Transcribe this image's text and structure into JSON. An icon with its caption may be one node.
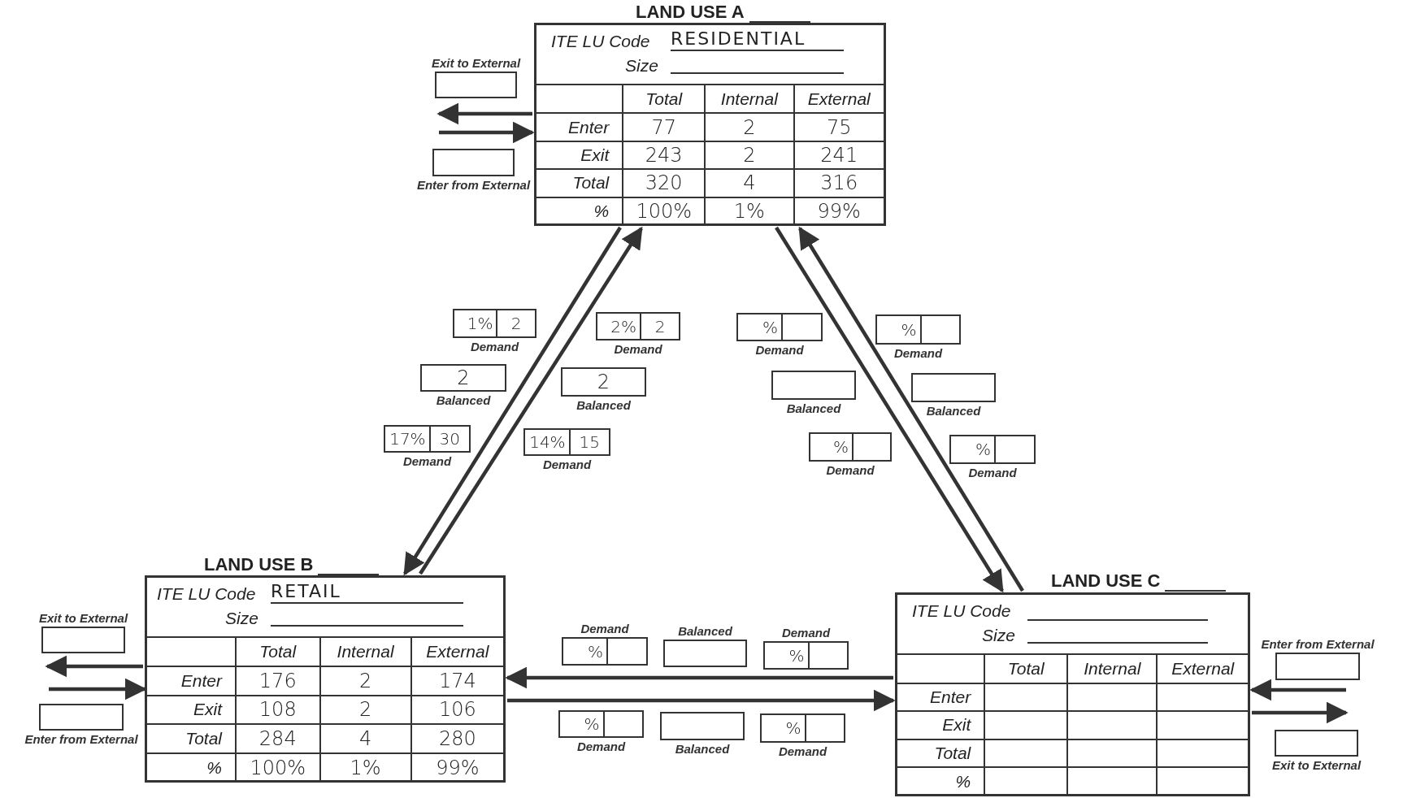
{
  "diagram": {
    "nodes": [
      {
        "text": [
          "LAND USE A",
          "ITE LU Code",
          "RESIDENTIAL",
          "Size",
          "Total",
          "Internal",
          "External",
          "Enter",
          "77",
          "2",
          "75",
          "Exit",
          "243",
          "2",
          "241",
          "Total",
          "320",
          "4",
          "316",
          "%",
          "100%",
          "1%",
          "99%"
        ]
      },
      {
        "text": [],
        "shape": "box",
        "beside": [
          "Exit to External"
        ]
      },
      {
        "text": [],
        "shape": "box",
        "beside": [
          "Enter from External"
        ]
      },
      {
        "text": [
          "LAND USE B",
          "ITE LU Code",
          "RETAIL",
          "Size",
          "Total",
          "Internal",
          "External",
          "Enter",
          "176",
          "2",
          "174",
          "Exit",
          "108",
          "2",
          "106",
          "Total",
          "284",
          "4",
          "280",
          "%",
          "100%",
          "1%",
          "99%"
        ]
      },
      {
        "text": [],
        "shape": "box",
        "beside": [
          "Exit to External"
        ]
      },
      {
        "text": [],
        "shape": "box",
        "beside": [
          "Enter from External"
        ]
      },
      {
        "text": [
          "LAND USE C",
          "ITE LU Code",
          "Size",
          "Total",
          "Internal",
          "External",
          "Enter",
          "Exit",
          "Total",
          "%"
        ]
      },
      {
        "text": [],
        "shape": "box",
        "beside": [
          "Enter from External"
        ]
      },
      {
        "text": [],
        "shape": "box",
        "beside": [
          "Exit to External"
        ]
      },
      {
        "text": [
          "1%",
          "2"
        ],
        "beside": [
          "Demand"
        ]
      },
      {
        "text": [
          "2%",
          "2"
        ],
        "beside": [
          "Demand"
        ]
      },
      {
        "text": [
          "2"
        ],
        "beside": [
          "Balanced"
        ]
      },
      {
        "text": [
          "2"
        ],
        "beside": [
          "Balanced"
        ]
      },
      {
        "text": [
          "17%",
          "30"
        ],
        "beside": [
          "Demand"
        ]
      },
      {
        "text": [
          "14%",
          "15"
        ],
        "beside": [
          "Demand"
        ]
      },
      {
        "text": [
          "%"
        ],
        "beside": [
          "Demand"
        ]
      },
      {
        "text": [
          "%"
        ],
        "beside": [
          "Demand"
        ]
      },
      {
        "text": [],
        "shape": "box",
        "beside": [
          "Balanced"
        ]
      },
      {
        "text": [],
        "shape": "box",
        "beside": [
          "Balanced"
        ]
      },
      {
        "text": [
          "%"
        ],
        "beside": [
          "Demand"
        ]
      },
      {
        "text": [
          "%"
        ],
        "beside": [
          "Demand"
        ]
      },
      {
        "text": [
          "%"
        ],
        "beside": [
          "Demand"
        ]
      },
      {
        "text": [],
        "shape": "box",
        "beside": [
          "Balanced"
        ]
      },
      {
        "text": [
          "%"
        ],
        "beside": [
          "Demand"
        ]
      },
      {
        "text": [
          "%"
        ],
        "beside": [
          "Demand"
        ]
      },
      {
        "text": [],
        "shape": "box",
        "beside": [
          "Balanced"
        ]
      },
      {
        "text": [
          "%"
        ],
        "beside": [
          "Demand"
        ]
      }
    ],
    "edges": [
      {
        "from": 0,
        "to": 3,
        "arrow": "to"
      },
      {
        "from": 3,
        "to": 0,
        "arrow": "to"
      },
      {
        "from": 0,
        "to": 6,
        "arrow": "to"
      },
      {
        "from": 6,
        "to": 0,
        "arrow": "to"
      },
      {
        "from": 6,
        "to": 3,
        "arrow": "to"
      },
      {
        "from": 3,
        "to": 6,
        "arrow": "to"
      },
      {
        "from": 0,
        "to": 1,
        "arrow": "to"
      },
      {
        "from": 2,
        "to": 0,
        "arrow": "to"
      },
      {
        "from": 3,
        "to": 4,
        "arrow": "to"
      },
      {
        "from": 5,
        "to": 3,
        "arrow": "to"
      },
      {
        "from": 7,
        "to": 6,
        "arrow": "to"
      },
      {
        "from": 6,
        "to": 8,
        "arrow": "to"
      }
    ]
  }
}
